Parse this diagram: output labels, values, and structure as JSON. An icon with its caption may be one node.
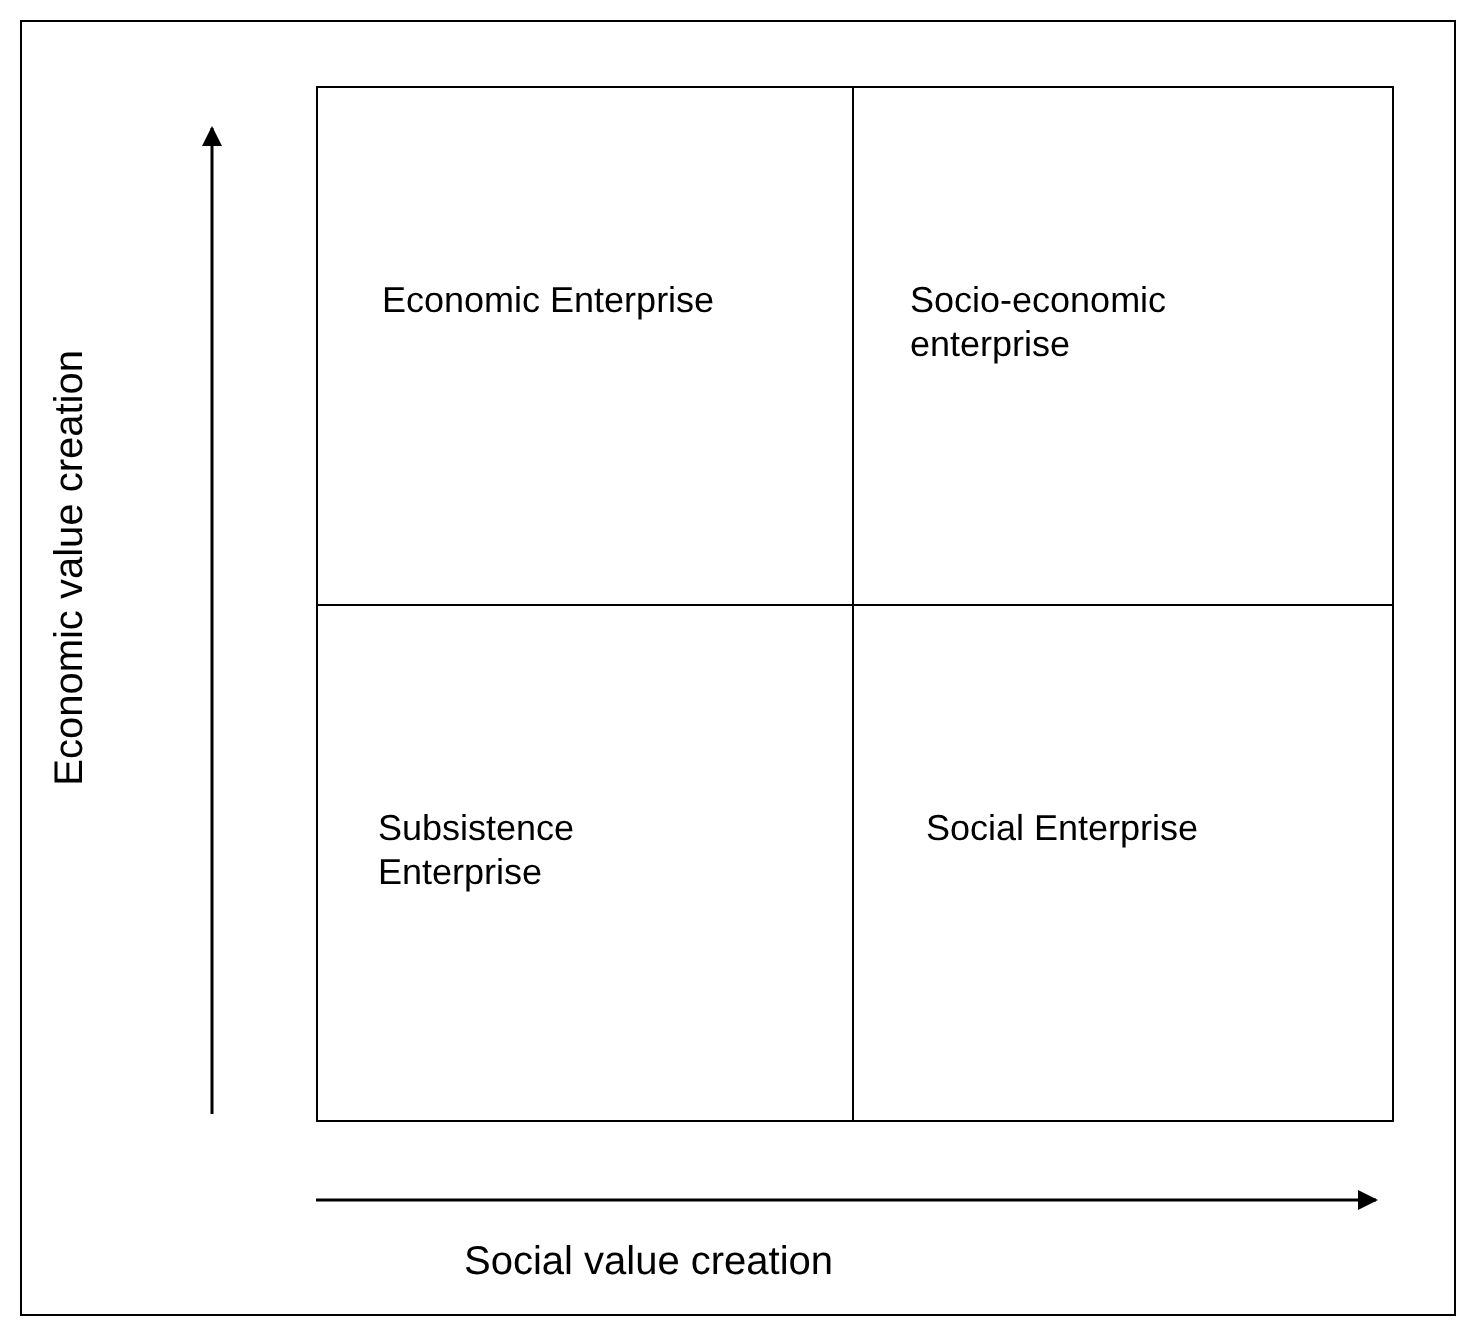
{
  "diagram": {
    "nodes": [
      {
        "text": [
          "Economic Enterprise"
        ]
      },
      {
        "text": [
          "Socio-economic enterprise"
        ]
      },
      {
        "text": [
          "Subsistence Enterprise"
        ]
      },
      {
        "text": [
          "Social Enterprise"
        ]
      }
    ],
    "labels": [
      "Economic value creation",
      "Social value creation"
    ]
  }
}
